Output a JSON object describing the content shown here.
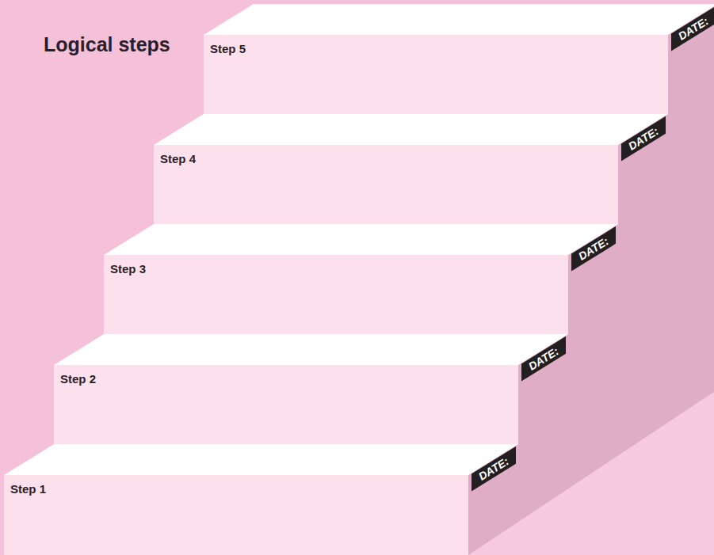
{
  "diagram": {
    "title": "Logical steps",
    "nodes": [
      {
        "text": [
          "Step 5"
        ]
      },
      {
        "text": [
          "Step 4"
        ]
      },
      {
        "text": [
          "Step 3"
        ]
      },
      {
        "text": [
          "Step 2"
        ]
      },
      {
        "text": [
          "Step 1"
        ]
      }
    ],
    "labels": [
      "DATE:",
      "DATE:",
      "DATE:",
      "DATE:",
      "DATE:"
    ]
  }
}
